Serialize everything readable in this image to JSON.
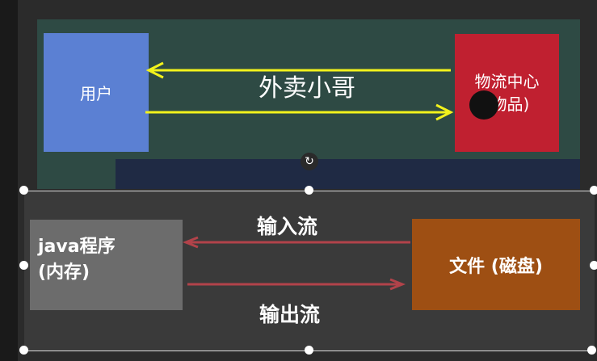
{
  "top_diagram": {
    "user_label": "用户",
    "courier_label": "外卖小哥",
    "logistics_line1": "物流中心",
    "logistics_line2": "(物品)"
  },
  "bottom_diagram": {
    "java_line1": "java程序",
    "java_line2": "(内存)",
    "file_label": "文件 (磁盘)",
    "input_stream_label": "输入流",
    "output_stream_label": "输出流"
  },
  "colors": {
    "top_arrows": "#f2f21c",
    "bottom_arrows": "#b2434a",
    "user_box": "#5b80d3",
    "logistics_box": "#c02030",
    "java_box": "#6c6c6c",
    "file_box": "#9e4f13"
  },
  "icons": {
    "rotate": "rotate-icon",
    "cursor": "cursor-icon"
  }
}
